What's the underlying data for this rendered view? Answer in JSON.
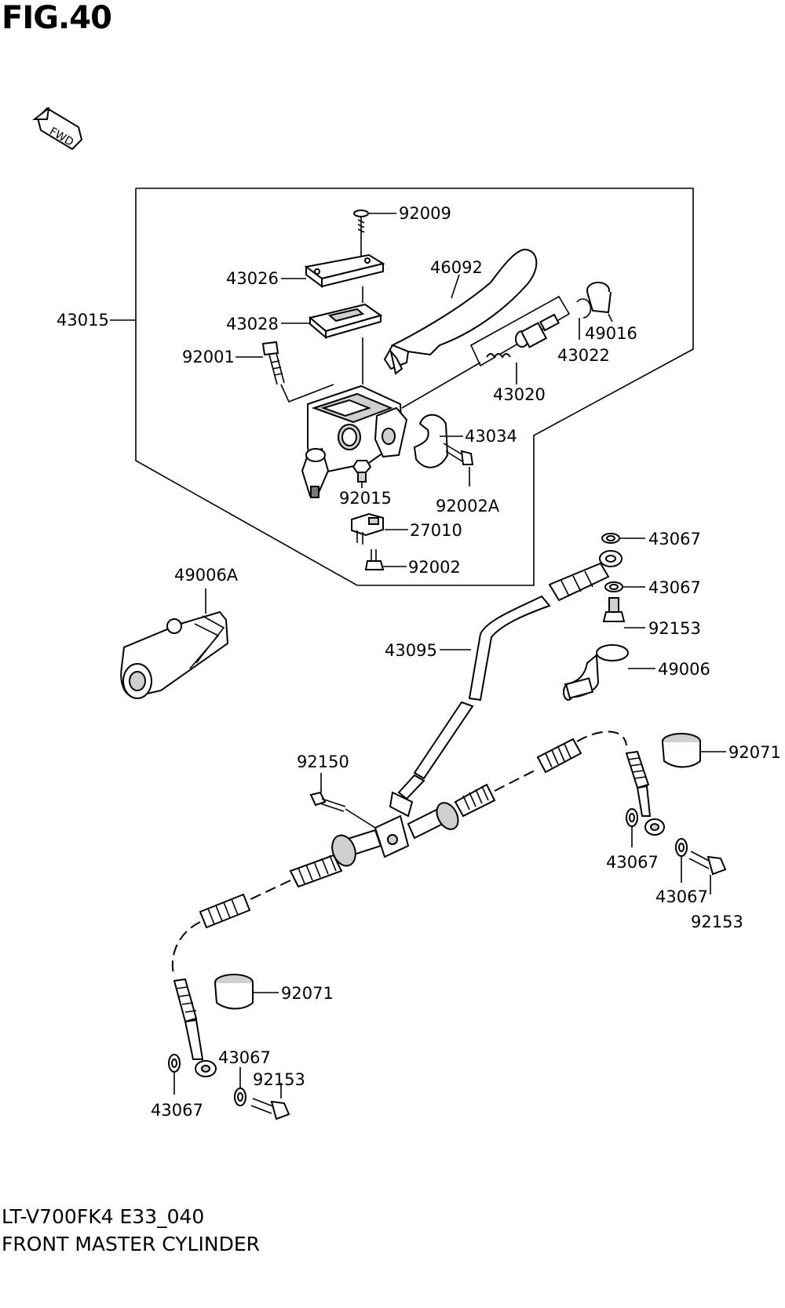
{
  "figure": {
    "title": "FIG.40",
    "fwd_label": "FWD"
  },
  "footer": {
    "model_code": "LT-V700FK4 E33_040",
    "section_name": "FRONT MASTER CYLINDER"
  },
  "part_labels": {
    "p92009": "92009",
    "p43026": "43026",
    "p46092": "46092",
    "p43015": "43015",
    "p43028": "43028",
    "p49016": "49016",
    "p92001": "92001",
    "p43022": "43022",
    "p43020": "43020",
    "p43034": "43034",
    "p92015": "92015",
    "p92002A": "92002A",
    "p27010": "27010",
    "p92002": "92002",
    "p49006A": "49006A",
    "p43067_a": "43067",
    "p43067_b": "43067",
    "p92153_a": "92153",
    "p43095": "43095",
    "p49006": "49006",
    "p92071_a": "92071",
    "p92150": "92150",
    "p43067_c": "43067",
    "p43067_d": "43067",
    "p92153_b": "92153",
    "p92071_b": "92071",
    "p43067_e": "43067",
    "p92153_c": "92153",
    "p43067_f": "43067"
  }
}
